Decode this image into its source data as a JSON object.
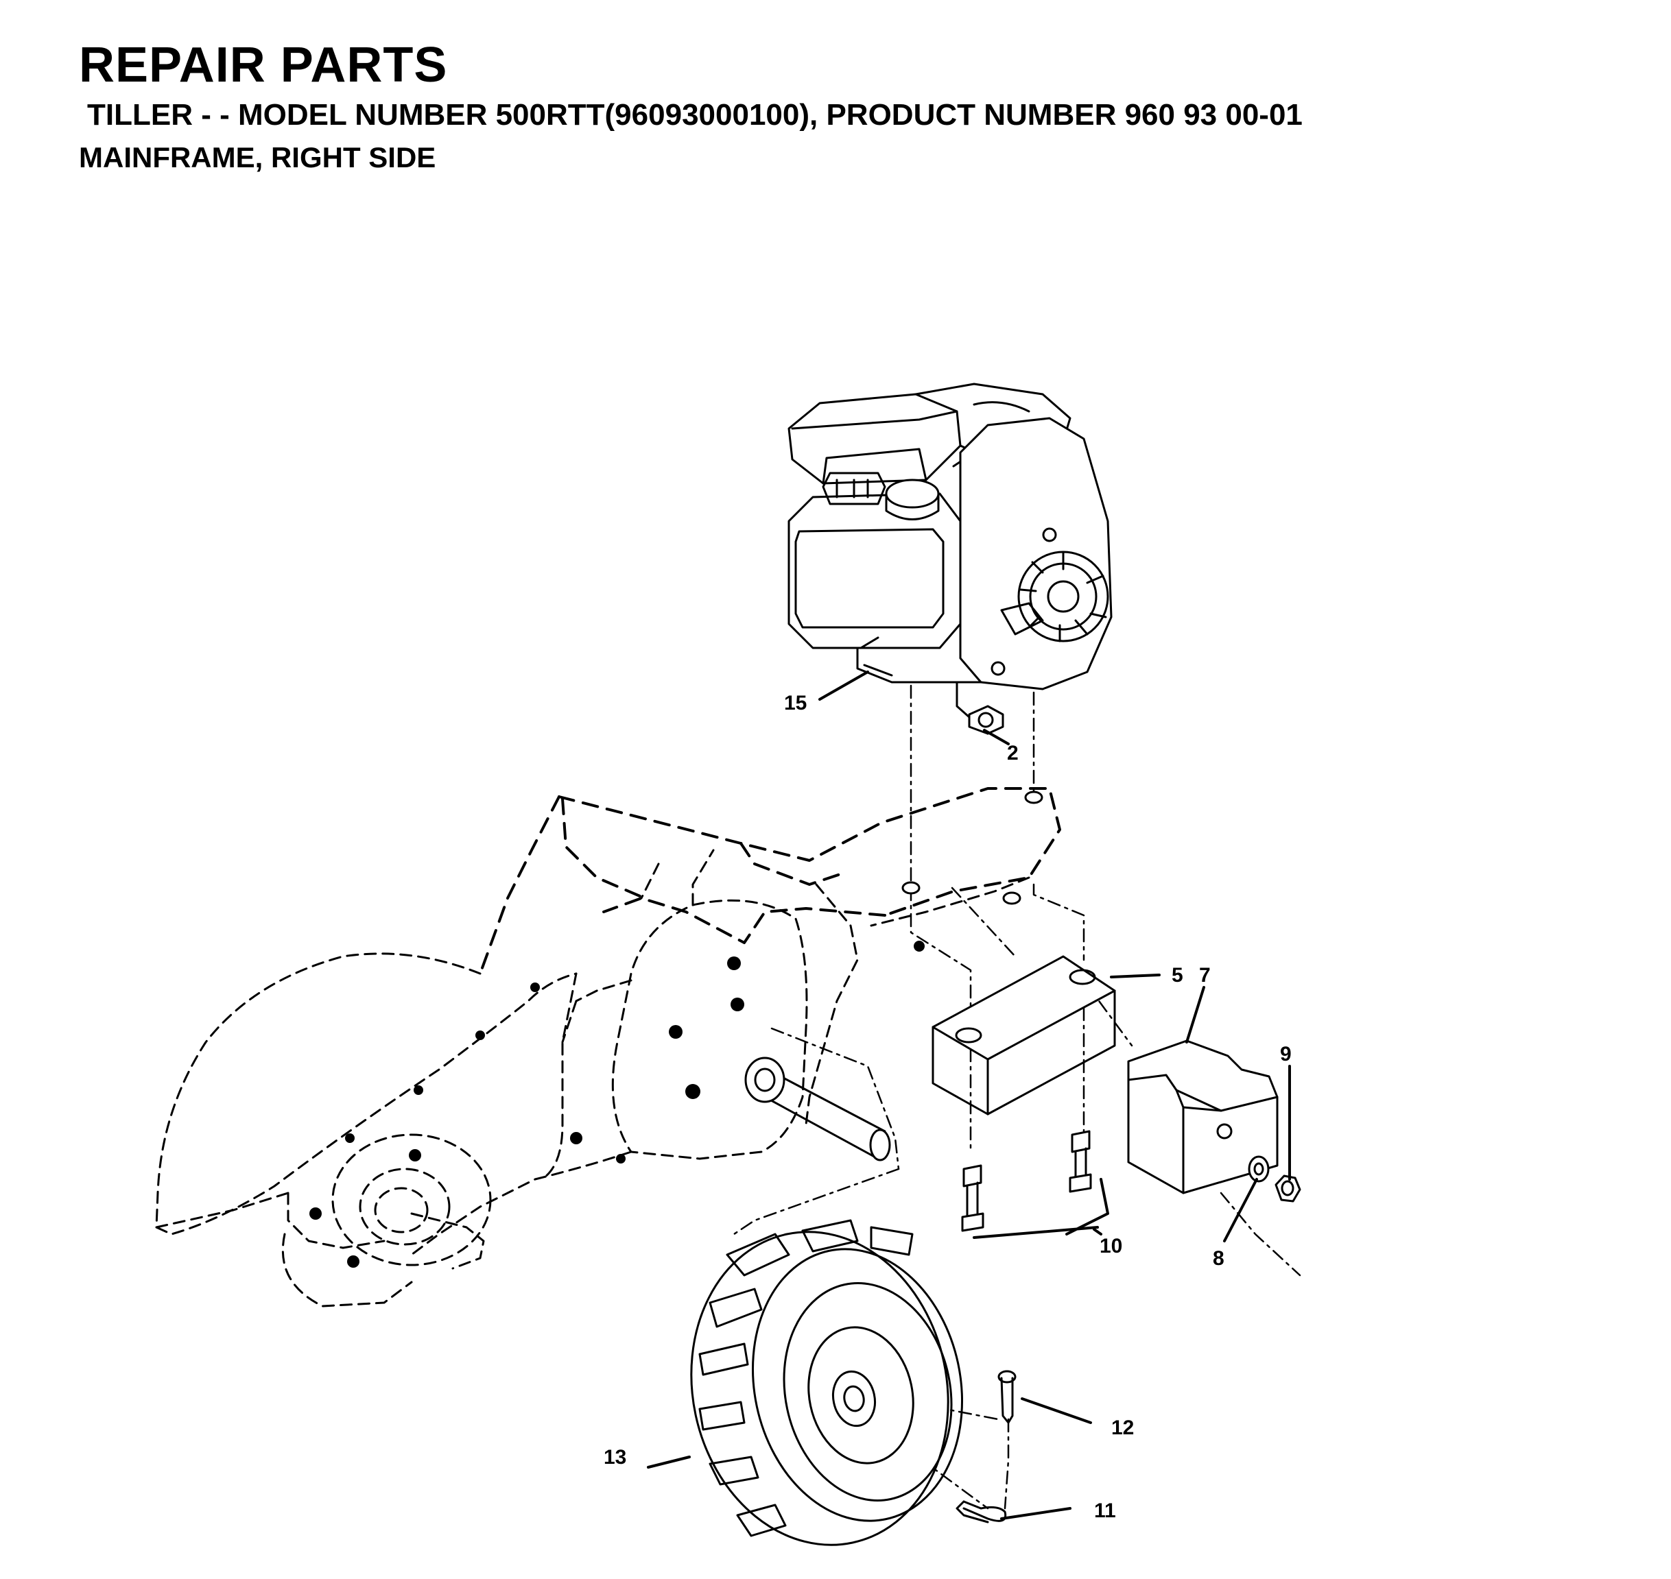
{
  "header": {
    "title": "REPAIR PARTS",
    "subtitle": "TILLER - - MODEL NUMBER 500RTT(96093000100), PRODUCT NUMBER 960 93 00-01",
    "section": "MAINFRAME, RIGHT SIDE"
  },
  "callouts": [
    {
      "id": "15",
      "label": "15"
    },
    {
      "id": "2",
      "label": "2"
    },
    {
      "id": "5",
      "label": "5"
    },
    {
      "id": "7",
      "label": "7"
    },
    {
      "id": "9",
      "label": "9"
    },
    {
      "id": "10",
      "label": "10"
    },
    {
      "id": "8",
      "label": "8"
    },
    {
      "id": "12",
      "label": "12"
    },
    {
      "id": "13",
      "label": "13"
    },
    {
      "id": "11",
      "label": "11"
    }
  ],
  "colors": {
    "ink": "#000000",
    "paper": "#ffffff"
  }
}
